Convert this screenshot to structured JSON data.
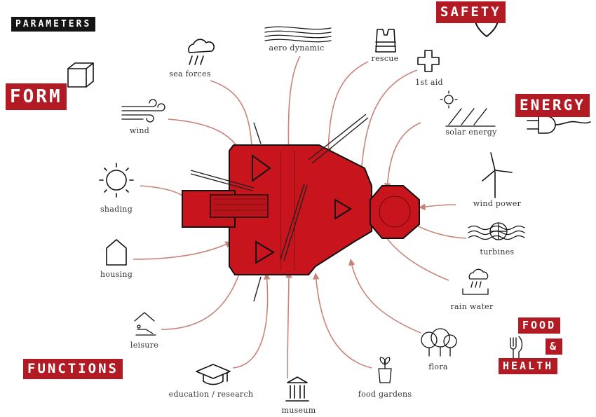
{
  "categories": {
    "parameters": "PARAMETERS",
    "form": "FORM",
    "safety": "SAFETY",
    "energy": "ENERGY",
    "functions": "FUNCTIONS",
    "food": "FOOD",
    "amp": "&",
    "health": "HEALTH"
  },
  "labels": {
    "sea_forces": "sea forces",
    "aero_dynamic": "aero dynamic",
    "rescue": "rescue",
    "first_aid": "1st aid",
    "wind": "wind",
    "solar_energy": "solar energy",
    "shading": "shading",
    "wind_power": "wind power",
    "turbines": "turbines",
    "housing": "housing",
    "rain_water": "rain water",
    "leisure": "leisure",
    "flora": "flora",
    "education_research": "education / research",
    "food_gardens": "food gardens",
    "museum": "museum"
  },
  "colors": {
    "accent_red": "#b31b24",
    "platform_red": "#c8141c",
    "connector": "#c9847a",
    "tag_black": "#141414"
  },
  "icons": [
    "cloud-rain-icon",
    "aero-lines-icon",
    "life-vest-icon",
    "cross-icon",
    "cube-icon",
    "wind-icon",
    "solar-panel-icon",
    "plug-icon",
    "heart-icon",
    "sun-icon",
    "wind-turbine-icon",
    "water-turbine-icon",
    "house-icon",
    "rain-cloud-icon",
    "lounger-icon",
    "trees-icon",
    "fork-knife-icon",
    "graduation-cap-icon",
    "plant-pot-icon",
    "museum-icon"
  ]
}
